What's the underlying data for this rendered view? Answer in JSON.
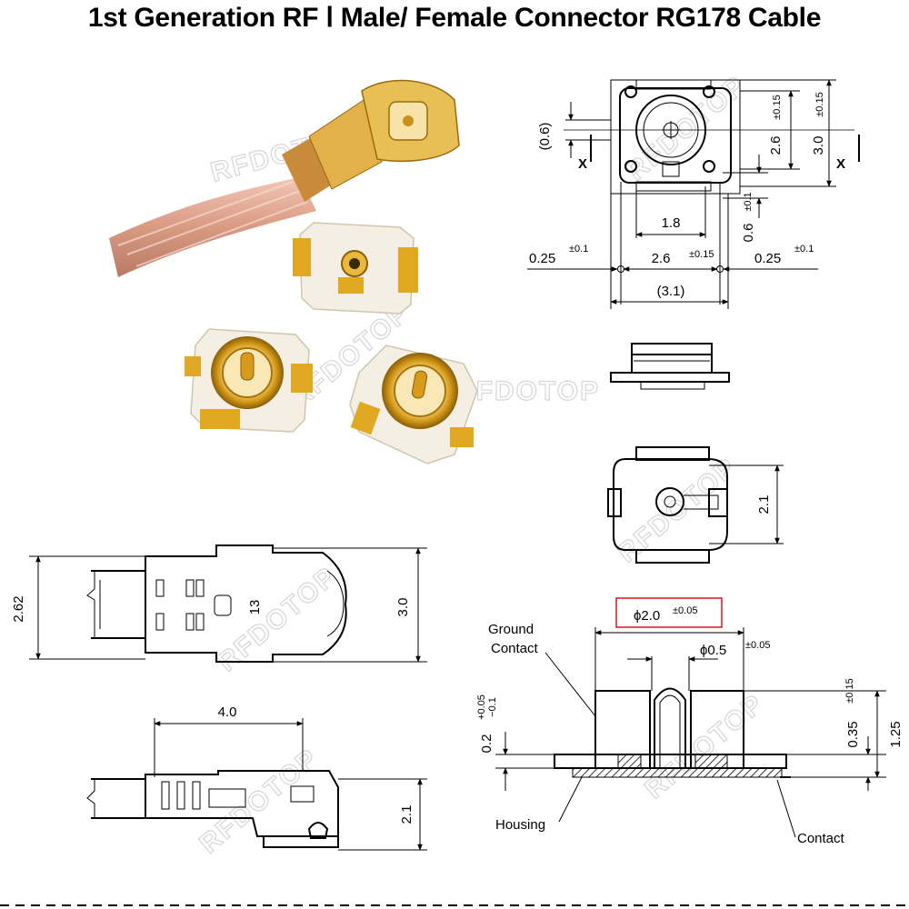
{
  "title": "1st Generation RF Ⅰ  Male/ Female Connector RG178 Cable",
  "watermark": "RFDOTOP",
  "top_view": {
    "dim_06": "(0.6)",
    "dim_26v": "2.6",
    "dim_26v_tol": "±0.15",
    "dim_30v": "3.0",
    "dim_30v_tol": "±0.15",
    "section_mark": "X",
    "dim_18": "1.8",
    "dim_06v": "0.6",
    "dim_06v_tol": "±0.1",
    "dim_025_left": "0.25",
    "dim_025_left_tol": "±0.1",
    "dim_26h": "2.6",
    "dim_26h_tol": "±0.15",
    "dim_025_right": "0.25",
    "dim_025_right_tol": "±0.1",
    "dim_31": "(3.1)"
  },
  "plug_view": {
    "dim_21": "2.1"
  },
  "cable_top": {
    "dim_262": "2.62",
    "dim_30": "3.0",
    "marking": "13"
  },
  "cable_side": {
    "dim_40": "4.0",
    "dim_21": "2.1"
  },
  "section": {
    "phi20": "ϕ2.0",
    "phi20_tol": "±0.05",
    "phi05": "ϕ0.5",
    "phi05_tol": "±0.05",
    "ground_contact": [
      "Ground",
      "Contact"
    ],
    "dim_02": "0.2",
    "dim_02_tol_plus": "+0.05",
    "dim_02_tol_minus": "−0.1",
    "dim_035": "0.35",
    "dim_035_tol": "±0.15",
    "dim_125": "1.25",
    "housing": "Housing",
    "contact": "Contact"
  },
  "colors": {
    "highlight_box": "#e0141e",
    "gold": "#d9a520",
    "cable": "#d9a08a",
    "housing_white": "#f4efe2"
  }
}
